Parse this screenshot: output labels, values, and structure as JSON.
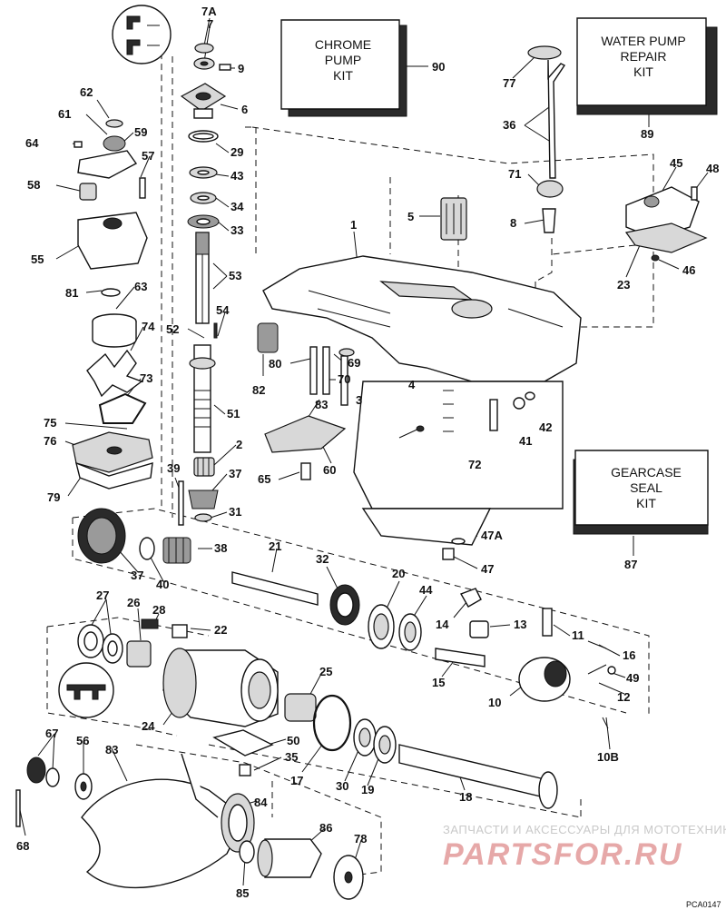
{
  "kits": {
    "chrome_pump": [
      "CHROME",
      "PUMP",
      "KIT"
    ],
    "water_pump_repair": [
      "WATER PUMP",
      "REPAIR",
      "KIT"
    ],
    "gearcase_seal": [
      "GEARCASE",
      "SEAL",
      "KIT"
    ]
  },
  "callouts": {
    "c7A": "7A",
    "c7": "7",
    "c9": "9",
    "c6": "6",
    "c29": "29",
    "c43": "43",
    "c34": "34",
    "c33": "33",
    "c53": "53",
    "c54": "54",
    "c52": "52",
    "c51": "51",
    "c2": "2",
    "c37a": "37",
    "c31": "31",
    "c39": "39",
    "c38": "38",
    "c37b": "37",
    "c40": "40",
    "c90": "90",
    "c1": "1",
    "c5": "5",
    "c80": "80",
    "c69": "69",
    "c70": "70",
    "c82": "82",
    "c83a": "83",
    "c3": "3",
    "c4": "4",
    "c60": "60",
    "c65": "65",
    "c72": "72",
    "c41": "41",
    "c42": "42",
    "c77": "77",
    "c36": "36",
    "c89": "89",
    "c71": "71",
    "c8": "8",
    "c45": "45",
    "c48": "48",
    "c23": "23",
    "c46": "46",
    "c87": "87",
    "c47A": "47A",
    "c47": "47",
    "c62": "62",
    "c61": "61",
    "c59": "59",
    "c64": "64",
    "c57": "57",
    "c58": "58",
    "c55": "55",
    "c81": "81",
    "c63": "63",
    "c74": "74",
    "c73": "73",
    "c75": "75",
    "c76": "76",
    "c79": "79",
    "c21": "21",
    "c32": "32",
    "c20": "20",
    "c44": "44",
    "c14": "14",
    "c13": "13",
    "c11": "11",
    "c16": "16",
    "c15": "15",
    "c49": "49",
    "c12": "12",
    "c10": "10",
    "c10B": "10B",
    "c27": "27",
    "c26": "26",
    "c28": "28",
    "c22": "22",
    "c24": "24",
    "c25": "25",
    "c50": "50",
    "c35": "35",
    "c17": "17",
    "c30": "30",
    "c19": "19",
    "c18": "18",
    "c67": "67",
    "c56": "56",
    "c83b": "83",
    "c84": "84",
    "c86": "86",
    "c78": "78",
    "c68": "68",
    "c85": "85"
  },
  "watermark": {
    "line1": "ЗАПЧАСТИ И АКСЕССУАРЫ ДЛЯ МОТОТЕХНИКИ",
    "line2": "PARTSFOR.RU"
  },
  "drawing_code": "PCA0147"
}
